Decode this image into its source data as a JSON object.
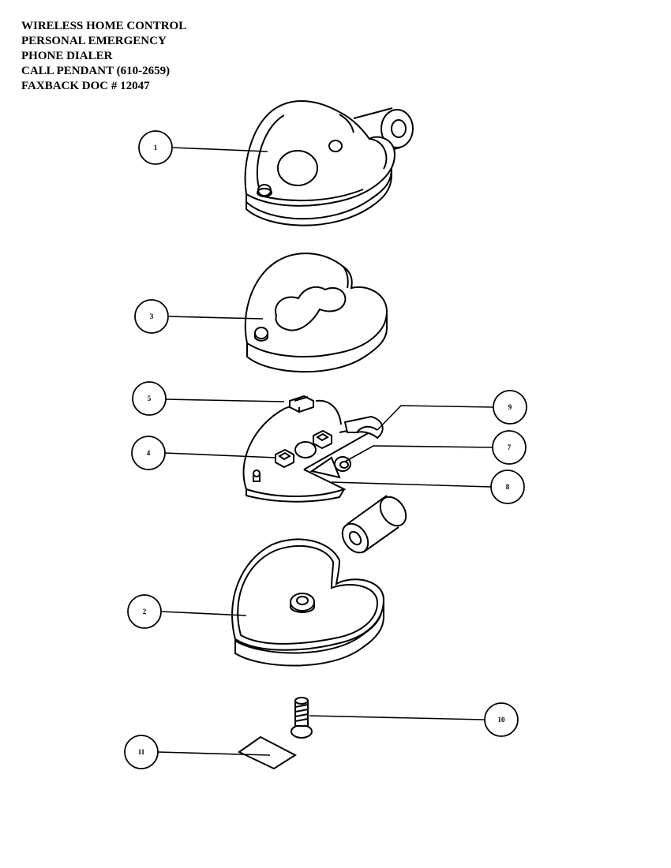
{
  "header": {
    "line1": "WIRELESS HOME CONTROL",
    "line2": "PERSONAL EMERGENCY",
    "line3": "PHONE DIALER",
    "line4": "CALL PENDANT  (610-2659)",
    "line5": "FAXBACK DOC # 12047"
  },
  "callouts": {
    "c1": "1",
    "c2": "2",
    "c3": "3",
    "c4": "4",
    "c5": "5",
    "c7": "7",
    "c8": "8",
    "c9": "9",
    "c10": "10",
    "c11": "11"
  },
  "colors": {
    "line": "#000000",
    "paper": "#ffffff"
  }
}
